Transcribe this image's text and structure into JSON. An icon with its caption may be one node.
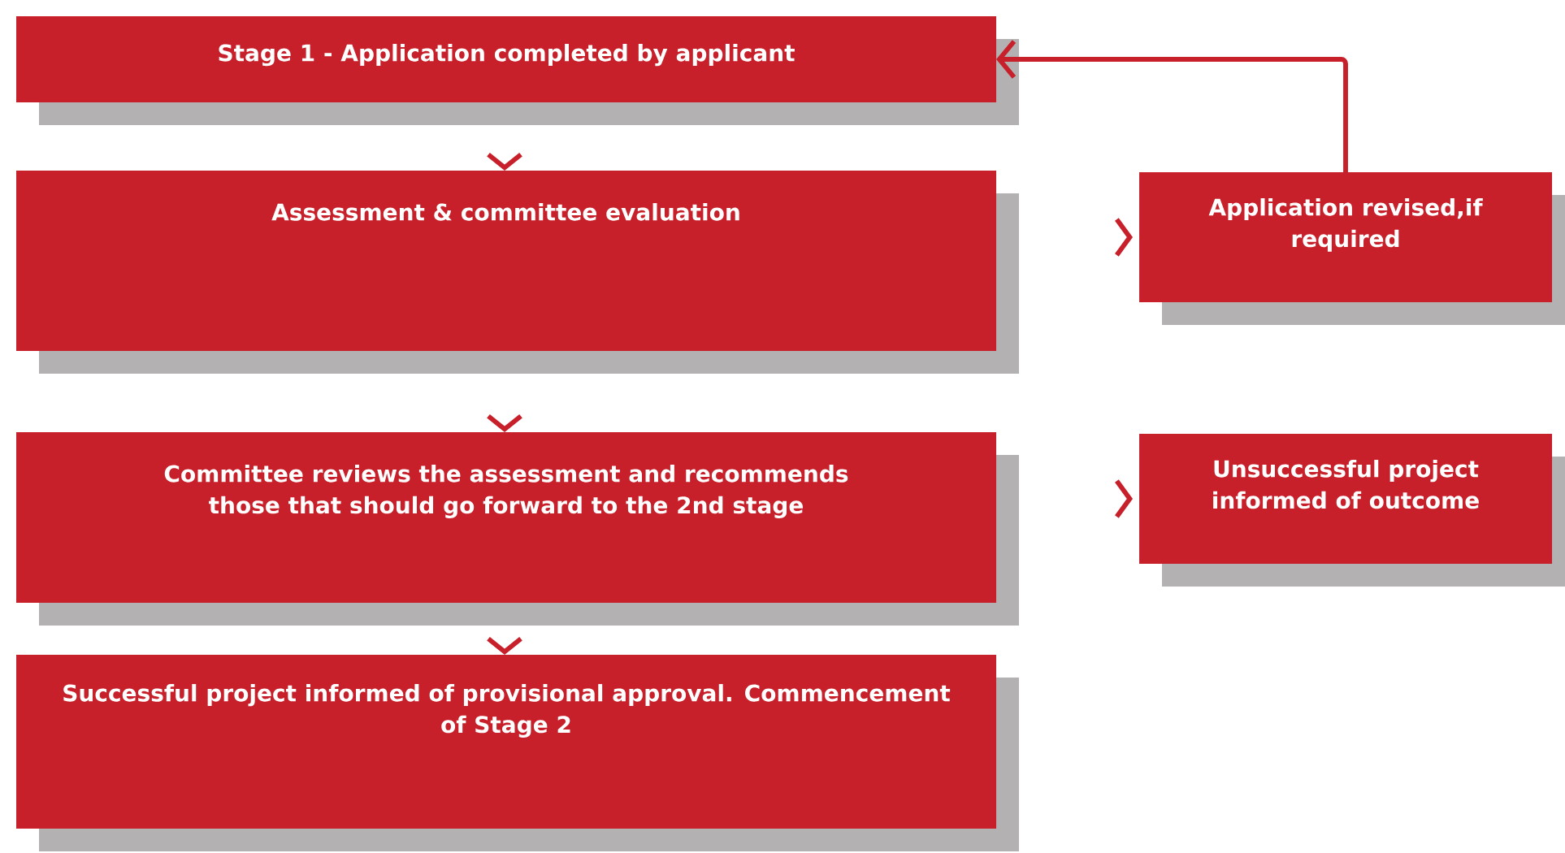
{
  "diagram": {
    "nodes": [
      {
        "text": [
          "Stage 1 - Application completed by applicant"
        ]
      },
      {
        "text": [
          "Assessment & committee evaluation"
        ]
      },
      {
        "text": [
          "Committee reviews the assessment and recommends those that should go forward to the 2nd stage"
        ]
      },
      {
        "text": [
          "Successful project informed of provisional approval. Commencement of Stage 2"
        ]
      },
      {
        "text": [
          "Application revised,if required"
        ]
      },
      {
        "text": [
          "Unsuccessful project informed of outcome"
        ]
      }
    ],
    "edges": [
      {
        "from": 0,
        "to": 1,
        "arrow": "to"
      },
      {
        "from": 1,
        "to": 2,
        "arrow": "to"
      },
      {
        "from": 2,
        "to": 3,
        "arrow": "to"
      },
      {
        "from": null,
        "to": 4,
        "arrow": "to"
      },
      {
        "from": null,
        "to": 5,
        "arrow": "to"
      },
      {
        "from": 4,
        "to": 0,
        "arrow": "to"
      }
    ]
  }
}
